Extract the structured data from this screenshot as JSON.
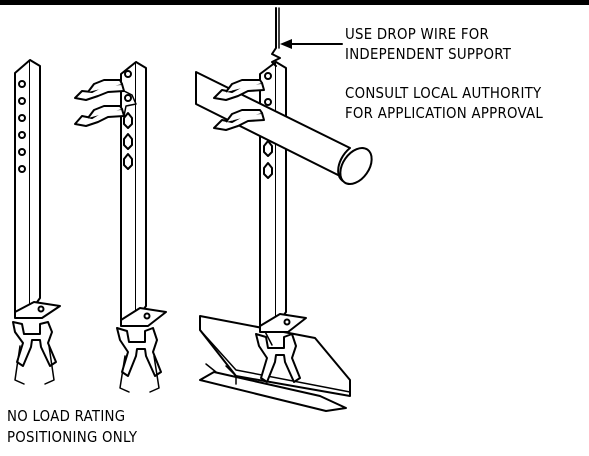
{
  "callouts": {
    "drop_wire_line1": "USE DROP WIRE FOR",
    "drop_wire_line2": "INDEPENDENT SUPPORT",
    "consult_line1": "CONSULT LOCAL AUTHORITY",
    "consult_line2": "FOR APPLICATION APPROVAL",
    "no_load_line1": "NO LOAD RATING",
    "no_load_line2": "POSITIONING ONLY"
  }
}
